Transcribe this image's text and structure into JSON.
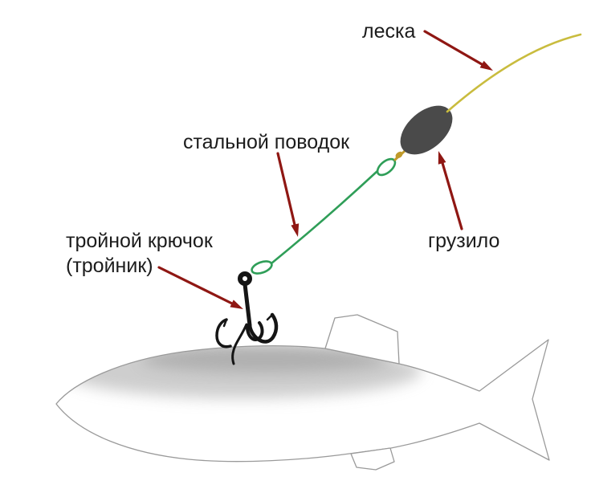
{
  "diagram": {
    "type": "fishing-rig-diagram",
    "labels": {
      "line": "леска",
      "leader": "стальной поводок",
      "hook_line1": "тройной крючок",
      "hook_line2": "(тройник)",
      "sinker": "грузило"
    },
    "parts": [
      {
        "name": "fishing-line",
        "label": "леска",
        "color": "#c9bc3e"
      },
      {
        "name": "steel-leader",
        "label": "стальной поводок",
        "color": "#2f9e58"
      },
      {
        "name": "treble-hook",
        "label": "тройной крючок (тройник)",
        "color": "#151515"
      },
      {
        "name": "sinker",
        "label": "грузило",
        "color": "#4a4a4a"
      },
      {
        "name": "fish-silhouette",
        "label": "",
        "color": "#9a9a9a"
      }
    ],
    "colors": {
      "arrow": "#8f1713",
      "line_yellow": "#c9bc3e",
      "leader_green": "#2f9e58",
      "sinker_gray": "#4a4a4a",
      "knot_gold": "#c09a2b",
      "text": "#1c1c1c",
      "fish_outline": "#9a9a9a",
      "fish_shade": "#a6a6a6",
      "background": "#ffffff"
    }
  }
}
